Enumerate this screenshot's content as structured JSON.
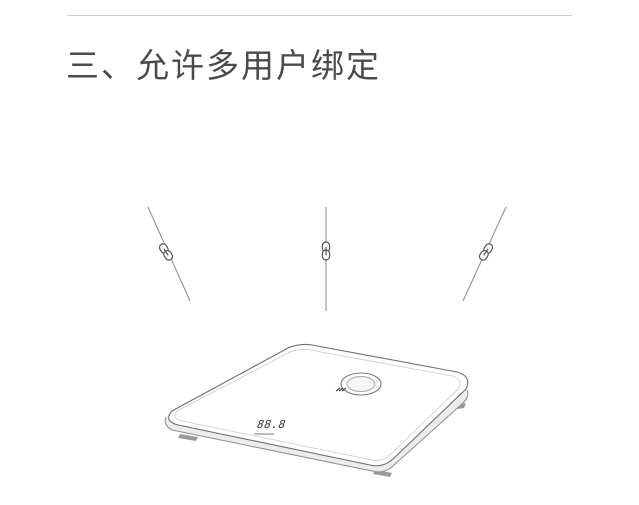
{
  "section": {
    "title": "三、允许多用户绑定"
  },
  "illustration": {
    "subject": "smart-scale",
    "link_count": 3,
    "scale_display_reading": "88.8"
  }
}
